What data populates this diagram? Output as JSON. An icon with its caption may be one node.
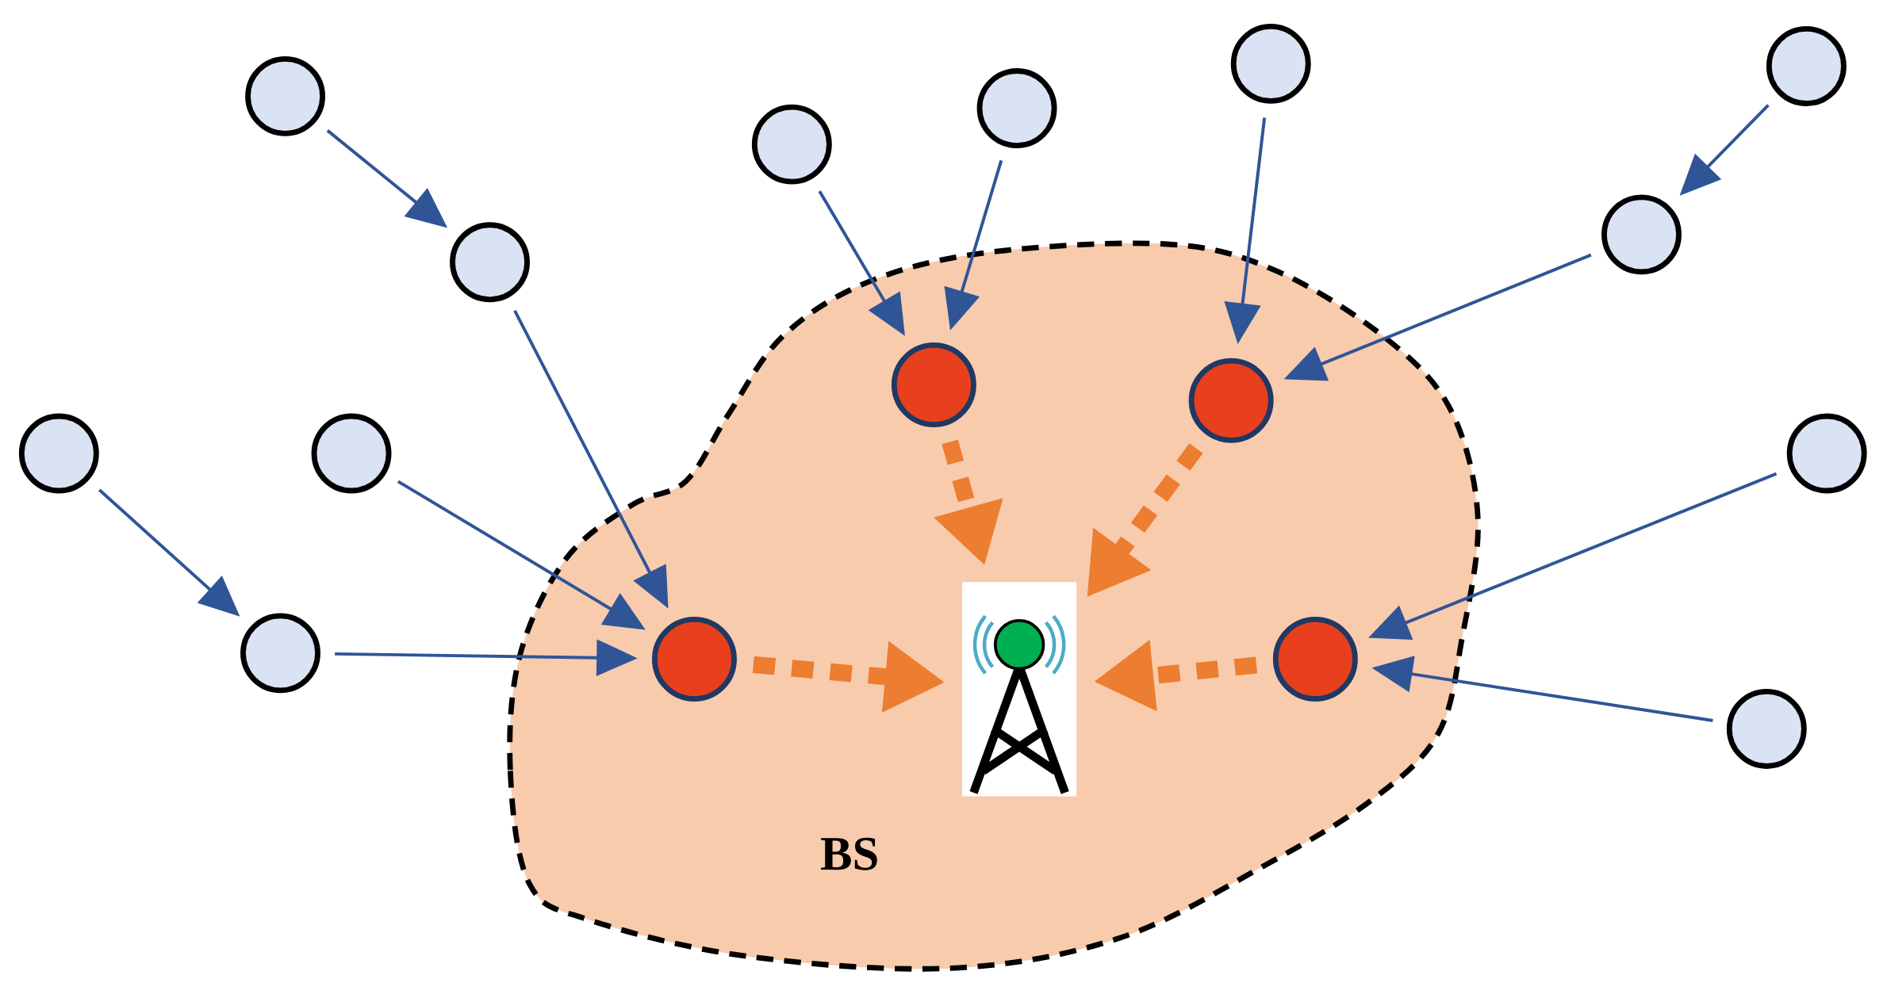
{
  "diagram": {
    "nodes": [
      {
        "text": [
          "BS"
        ]
      },
      {
        "text": [],
        "shape": "tower",
        "in": 0
      },
      {
        "text": [],
        "shape": "circle",
        "in": 0
      },
      {
        "text": [],
        "shape": "circle",
        "in": 0
      },
      {
        "text": [],
        "shape": "circle",
        "in": 0
      },
      {
        "text": [],
        "shape": "circle",
        "in": 0
      },
      {
        "text": [],
        "shape": "circle"
      },
      {
        "text": [],
        "shape": "circle"
      },
      {
        "text": [],
        "shape": "circle"
      },
      {
        "text": [],
        "shape": "circle"
      },
      {
        "text": [],
        "shape": "circle"
      },
      {
        "text": [],
        "shape": "circle"
      },
      {
        "text": [],
        "shape": "circle"
      },
      {
        "text": [],
        "shape": "circle"
      },
      {
        "text": [],
        "shape": "circle"
      },
      {
        "text": [],
        "shape": "circle"
      },
      {
        "text": [],
        "shape": "circle"
      },
      {
        "text": [],
        "shape": "circle"
      }
    ],
    "edges": [
      {
        "from": 6,
        "to": 7,
        "arrow": "to"
      },
      {
        "from": 7,
        "to": 2,
        "arrow": "to"
      },
      {
        "from": 8,
        "to": 10,
        "arrow": "to"
      },
      {
        "from": 9,
        "to": 2,
        "arrow": "to"
      },
      {
        "from": 10,
        "to": 2,
        "arrow": "to"
      },
      {
        "from": 11,
        "to": 3,
        "arrow": "to"
      },
      {
        "from": 12,
        "to": 3,
        "arrow": "to"
      },
      {
        "from": 13,
        "to": 4,
        "arrow": "to"
      },
      {
        "from": 14,
        "to": 15,
        "arrow": "to"
      },
      {
        "from": 15,
        "to": 4,
        "arrow": "to"
      },
      {
        "from": 16,
        "to": 5,
        "arrow": "to"
      },
      {
        "from": 17,
        "to": 5,
        "arrow": "to"
      },
      {
        "from": 2,
        "to": 1,
        "arrow": "to",
        "style": "dashed",
        "color": "#ed7d31"
      },
      {
        "from": 3,
        "to": 1,
        "arrow": "to",
        "style": "dashed",
        "color": "#ed7d31"
      },
      {
        "from": 4,
        "to": 1,
        "arrow": "to",
        "style": "dashed",
        "color": "#ed7d31"
      },
      {
        "from": 5,
        "to": 1,
        "arrow": "to",
        "style": "dashed",
        "color": "#ed7d31"
      }
    ]
  }
}
